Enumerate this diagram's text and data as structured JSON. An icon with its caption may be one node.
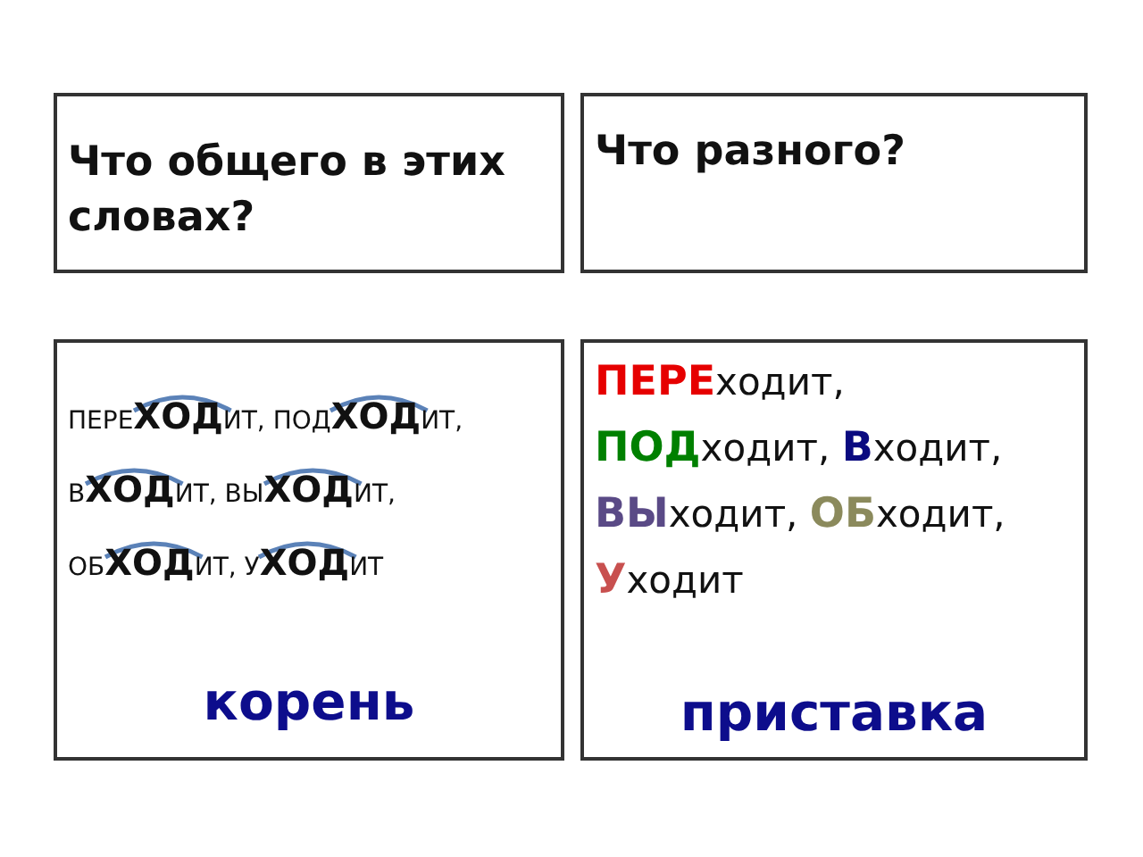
{
  "diagram": {
    "nodes": [
      {
        "text": [
          "Что общего в этих словах?"
        ]
      },
      {
        "text": [
          "Что разного?"
        ]
      },
      {
        "text": [
          "ПЕРЕ**ХОД**ИТ, ПОД**ХОД**ИТ, В**ХОД**ИТ, ВЫ**ХОД**ИТ, ОБ**ХОД**ИТ, У**ХОД**ИТ",
          "корень"
        ]
      },
      {
        "text": [
          "**ПЕРЕ**ходит, **ПОД**ходит, **В**ходит, **ВЫ**ходит, **ОБ**ходит, **У**ходит",
          "приставка"
        ]
      }
    ],
    "edges": []
  }
}
